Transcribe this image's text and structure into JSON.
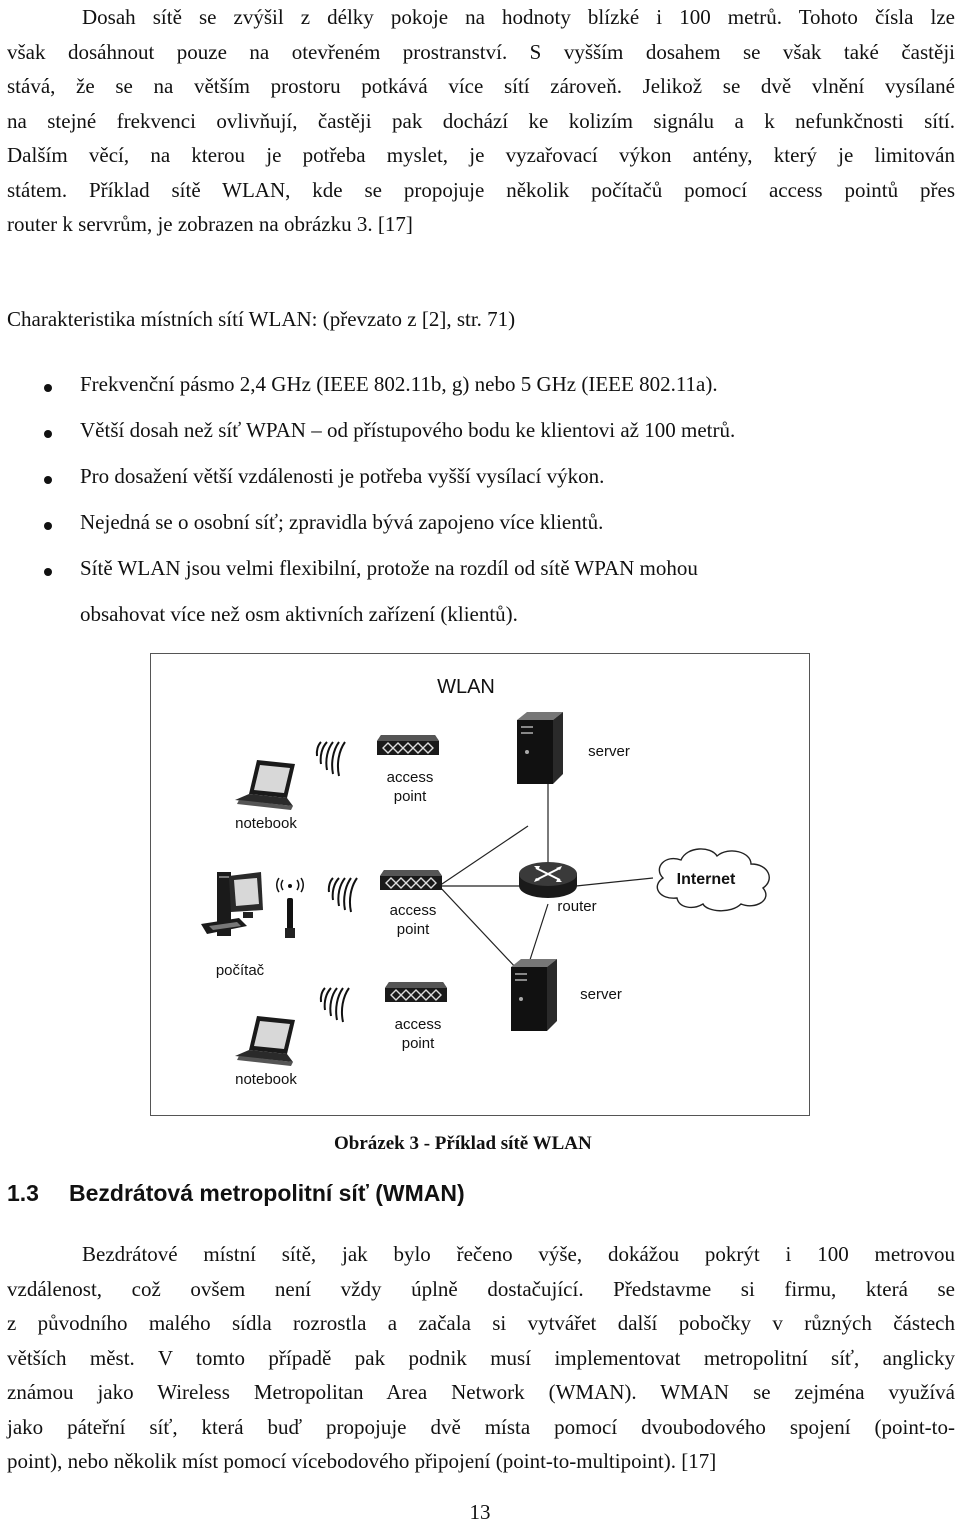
{
  "intro_paragraph": {
    "lines": [
      "Dosah sítě se zvýšil z délky pokoje na hodnoty blízké i 100 metrů. Tohoto čísla lze",
      "však dosáhnout pouze na otevřeném prostranství. S vyšším dosahem se však také častěji",
      "stává, že se na větším prostoru potkává více sítí zároveň. Jelikož se dvě vlnění vysílané",
      "na stejné frekvenci ovlivňují, častěji pak dochází ke kolizím signálu a k nefunkčnosti sítí.",
      "Dalším věcí, na kterou je potřeba myslet, je vyzařovací výkon antény, který je limitován",
      "státem. Příklad sítě WLAN, kde se propojuje několik počítačů pomocí access pointů přes",
      "router k servrům, je zobrazen na obrázku 3. [17]"
    ]
  },
  "characteristics_heading": "Charakteristika místních sítí WLAN: (převzato z [2], str. 71)",
  "bullets": [
    "Frekvenční pásmo 2,4 GHz (IEEE 802.11b, g) nebo 5 GHz (IEEE 802.11a).",
    "Větší dosah než síť WPAN – od přístupového bodu ke klientovi až 100 metrů.",
    "Pro dosažení větší vzdálenosti je potřeba vyšší vysílací výkon.",
    "Nejedná se o osobní síť; zpravidla bývá zapojeno více klientů.",
    "Sítě WLAN jsou velmi flexibilní, protože na rozdíl od sítě WPAN mohou",
    "obsahovat více než osm aktivních zařízení (klientů)."
  ],
  "figure": {
    "title": "WLAN",
    "labels": {
      "notebook_top": "notebook",
      "access_point_1": "access point",
      "server_top": "server",
      "access_point_2": "access point",
      "router": "router",
      "internet": "Internet",
      "computer": "počítač",
      "access_point_3": "access point",
      "server_bottom": "server",
      "notebook_bottom": "notebook"
    },
    "caption": "Obrázek 3 - Příklad sítě WLAN"
  },
  "section": {
    "number": "1.3",
    "title": "Bezdrátová metropolitní síť (WMAN)"
  },
  "wman_paragraph": {
    "lines": [
      "Bezdrátové místní sítě, jak bylo řečeno výše, dokážou pokrýt i 100 metrovou",
      "vzdálenost, což ovšem není vždy úplně dostačující. Představme si firmu, která se",
      "z původního malého sídla rozrostla a začala si vytvářet další pobočky v různých částech",
      "větších měst. V tomto případě pak podnik musí implementovat metropolitní síť, anglicky",
      "známou jako Wireless Metropolitan Area Network (WMAN). WMAN se zejména využívá",
      "jako páteřní síť, která buď propojuje dvě místa pomocí dvoubodového spojení (point-to-",
      "point), nebo několik míst pomocí vícebodového připojení (point-to-multipoint). [17]"
    ]
  },
  "page_number": "13"
}
